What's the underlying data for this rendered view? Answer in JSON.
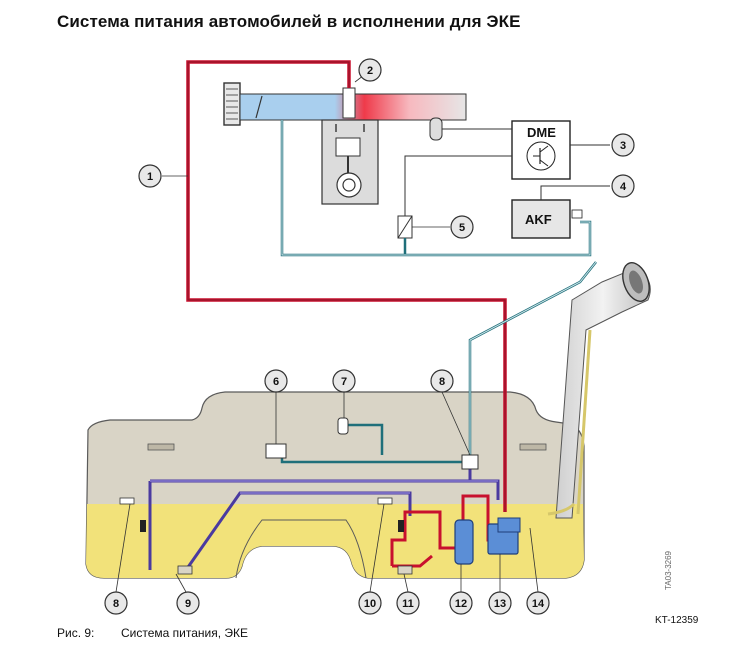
{
  "title": "Система питания автомобилей в исполнении для ЭКЕ",
  "caption": {
    "figure": "Рис. 9:",
    "text": "Система питания, ЭКЕ"
  },
  "image_code": "KT-12359",
  "vertical_code": "TA03-3269",
  "boxes": {
    "dme": "DME",
    "akf": "AKF"
  },
  "callouts": [
    "1",
    "2",
    "3",
    "4",
    "5",
    "6",
    "7",
    "8",
    "8",
    "9",
    "10",
    "11",
    "12",
    "13",
    "14"
  ],
  "colors": {
    "supply_line": "#c8102e",
    "return_line": "#4a3aa0",
    "vent_line": "#1f6f7a",
    "fuel": "#f2e27a",
    "tank": "#d9d4c6",
    "intake_blue": "#9cc6e8"
  }
}
